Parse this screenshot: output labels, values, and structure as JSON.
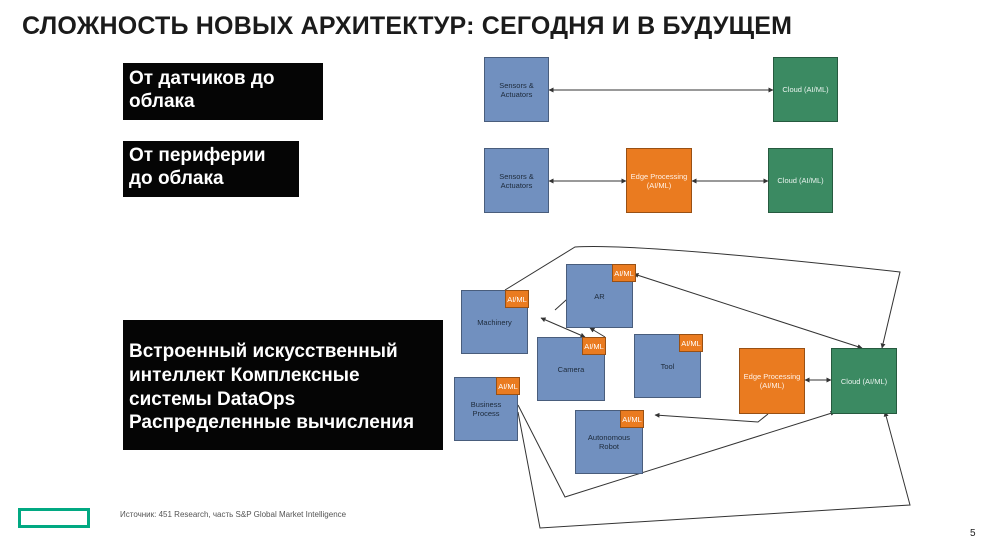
{
  "slide": {
    "title": "СЛОЖНОСТЬ НОВЫХ АРХИТЕКТУР: СЕГОДНЯ И В БУДУЩЕМ",
    "page_number": "5",
    "source": "Источник: 451 Research, часть S&P Global Market Intelligence"
  },
  "labels": {
    "row1": [
      "От датчиков до",
      "облака"
    ],
    "row2": [
      "От периферии",
      "до облака"
    ],
    "row3": [
      "Встроенный искусственный",
      "интеллект Комплексные",
      "системы DataOps",
      "Распределенные вычисления"
    ]
  },
  "diagram1": {
    "sensors": "Sensors & Actuators",
    "cloud": "Cloud (AI/ML)"
  },
  "diagram2": {
    "sensors": "Sensors & Actuators",
    "edge": "Edge Processing (AI/ML)",
    "cloud": "Cloud (AI/ML)"
  },
  "diagram3": {
    "badge": "AI/ML",
    "ar": "AR",
    "machinery": "Machinery",
    "camera": "Camera",
    "tool": "Tool",
    "business_process": "Business Process",
    "autonomous_robot": "Autonomous Robot",
    "edge": "Edge Processing (AI/ML)",
    "cloud": "Cloud (AI/ML)"
  },
  "colors": {
    "device": "#7190bf",
    "edge": "#ea7b20",
    "cloud": "#3b8a62",
    "logo": "#01a982"
  }
}
